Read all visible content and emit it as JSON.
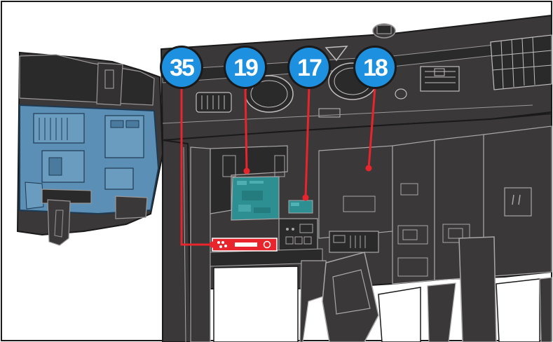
{
  "diagram": {
    "callouts": [
      {
        "id": "callout-35",
        "number": "35",
        "color": "#1e90e0"
      },
      {
        "id": "callout-19",
        "number": "19",
        "color": "#1e90e0"
      },
      {
        "id": "callout-17",
        "number": "17",
        "color": "#1e90e0"
      },
      {
        "id": "callout-18",
        "number": "18",
        "color": "#1e90e0"
      }
    ],
    "colors": {
      "leader_line": "#e8242c",
      "hull": "#3a3839",
      "hull_dark": "#2b2a2b",
      "panel_line": "#a8a6a6",
      "blue_module": "#5b8fb5",
      "screen": "#2e8f92",
      "decal_red": "#e8242c",
      "frame": "#1a1a1a"
    }
  }
}
